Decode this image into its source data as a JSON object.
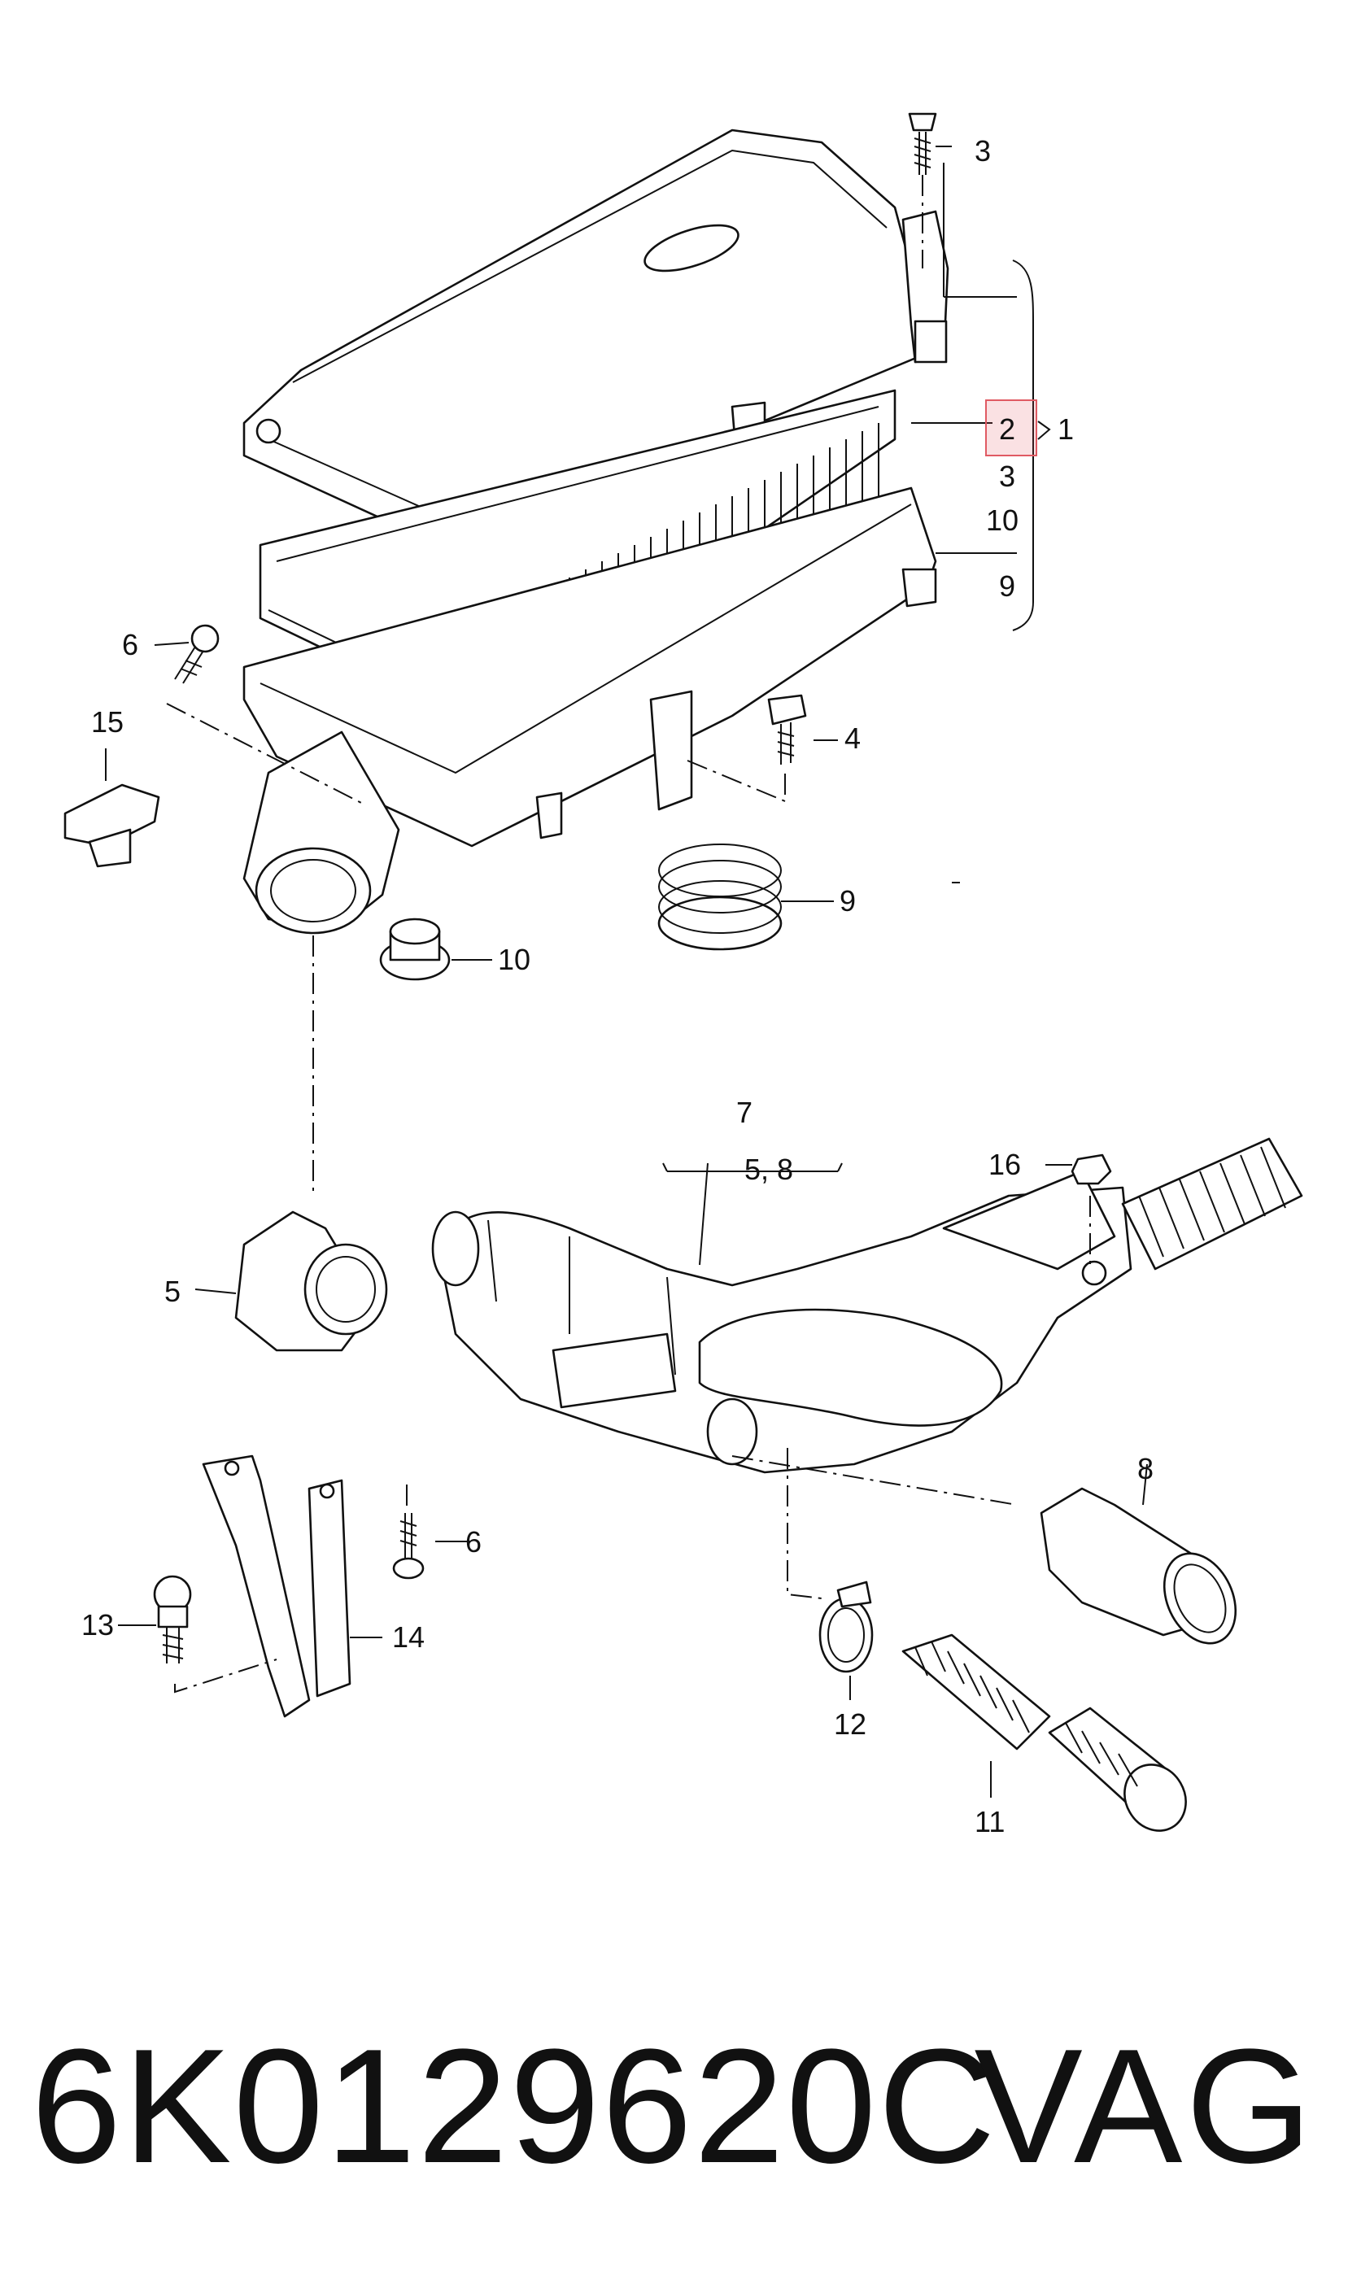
{
  "labels": {
    "l1": "1",
    "l2": "2",
    "l3_top": "3",
    "l3_mid": "3",
    "l10_mid": "10",
    "l9_mid": "9",
    "l6_top": "6",
    "l15": "15",
    "l4": "4",
    "l9": "9",
    "l10": "10",
    "l7": "7",
    "l58": "5, 8",
    "l16": "16",
    "l5": "5",
    "l8": "8",
    "l6_bot": "6",
    "l13": "13",
    "l14": "14",
    "l12": "12",
    "l11": "11"
  },
  "footer": {
    "part_number": "6K0129620C",
    "brand": "VAG"
  }
}
